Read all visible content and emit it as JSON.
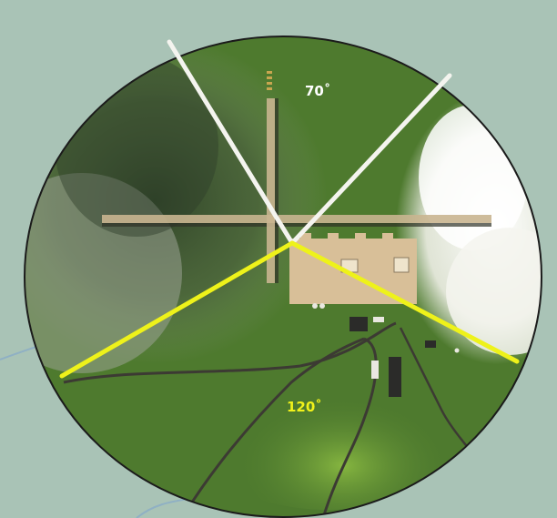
{
  "map": {
    "colors": {
      "background_map": "#a9c3b6",
      "terrain": "#4e7a2e",
      "terrain_light": "#7fae3e",
      "cloud": "#f2f2ec",
      "shadow": "#2f3f2a",
      "runway": "#c9b590",
      "apron": "#d8bf98",
      "upper_sector_line": "#f4f4ef",
      "lower_sector_line": "#eef21a"
    }
  },
  "sectors": {
    "upper": {
      "label": "70˚",
      "angle_deg": 70,
      "color": "#ffffff"
    },
    "lower": {
      "label": "120˚",
      "angle_deg": 120,
      "color": "#f2f21a"
    }
  }
}
